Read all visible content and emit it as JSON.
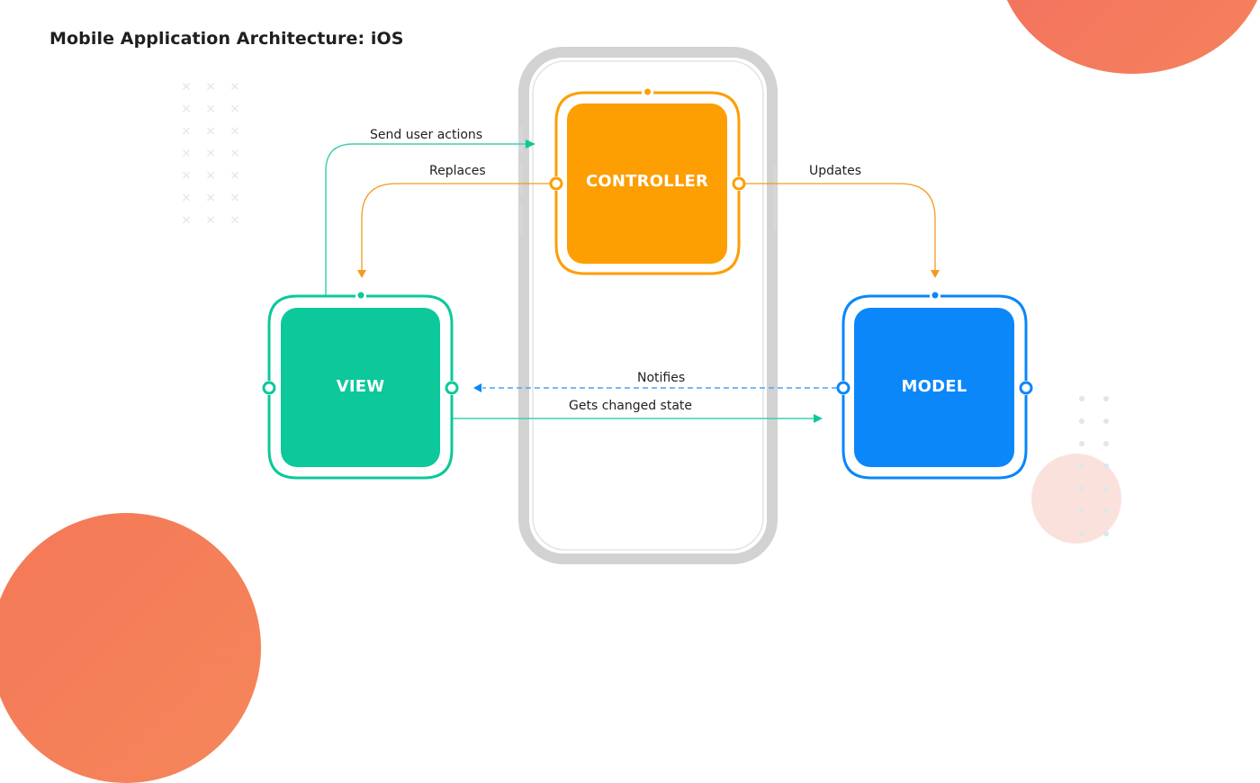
{
  "title": "Mobile Application Architecture: iOS",
  "colors": {
    "controller": "#fd9e02",
    "view": "#0cc89b",
    "model": "#0b87f9",
    "phone_frame": "#d2d2d2",
    "arrow_teal": "#3fd0ae",
    "arrow_orange": "#f39a1a",
    "arrow_blue_dashed": "#4ba4f7",
    "blob_orange": "#f47560",
    "blob_pink": "#fbe1dc"
  },
  "nodes": {
    "controller": {
      "label": "CONTROLLER"
    },
    "view": {
      "label": "VIEW"
    },
    "model": {
      "label": "MODEL"
    }
  },
  "edges": {
    "send_user_actions": {
      "label": "Send user actions",
      "from": "VIEW",
      "to": "CONTROLLER",
      "style": "solid"
    },
    "replaces": {
      "label": "Replaces",
      "from": "CONTROLLER",
      "to": "VIEW",
      "style": "solid"
    },
    "updates": {
      "label": "Updates",
      "from": "CONTROLLER",
      "to": "MODEL",
      "style": "solid"
    },
    "notifies": {
      "label": "Notifies",
      "from": "MODEL",
      "to": "VIEW",
      "style": "dashed"
    },
    "gets_changed_state": {
      "label": "Gets changed state",
      "from": "VIEW",
      "to": "MODEL",
      "style": "solid"
    }
  }
}
